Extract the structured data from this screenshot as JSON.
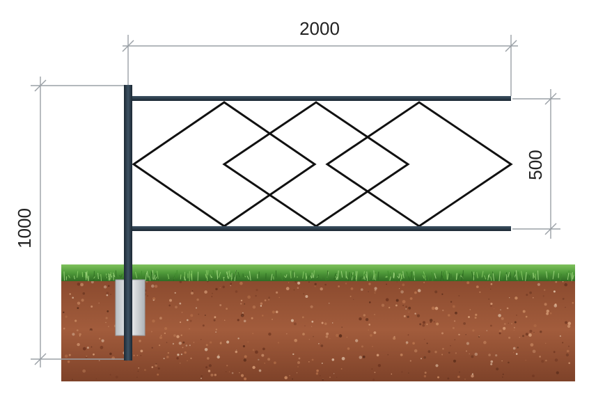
{
  "dimensions": {
    "width_label": "2000",
    "height_label": "1000",
    "panel_height_label": "500"
  },
  "colors": {
    "frame": "#2a3a48",
    "lattice": "#111111",
    "dimension_line": "#9aa0a6",
    "grass": "#4f9a3a",
    "soil": "#9a5436",
    "concrete": "#cfd3d6"
  }
}
